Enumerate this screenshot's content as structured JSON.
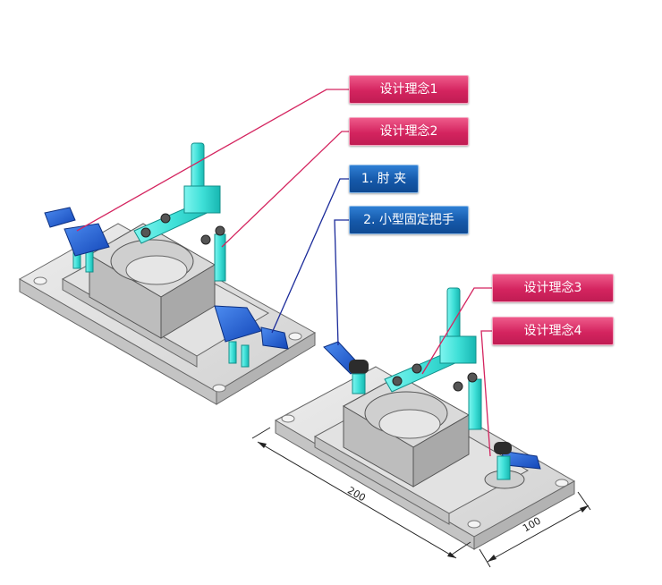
{
  "callouts": {
    "design1": "设计理念1",
    "design2": "设计理念2",
    "item1": "1. 肘 夹",
    "item2": "2. 小型固定把手",
    "design3": "设计理念3",
    "design4": "设计理念4"
  },
  "dimensions": {
    "length": "200",
    "width": "100"
  },
  "colors": {
    "pink": "#d4245f",
    "blue": "#1558a9",
    "cyan": "#3fe0d8",
    "clamp_blue": "#1f5fd6",
    "plate": "#dcdcdc"
  }
}
